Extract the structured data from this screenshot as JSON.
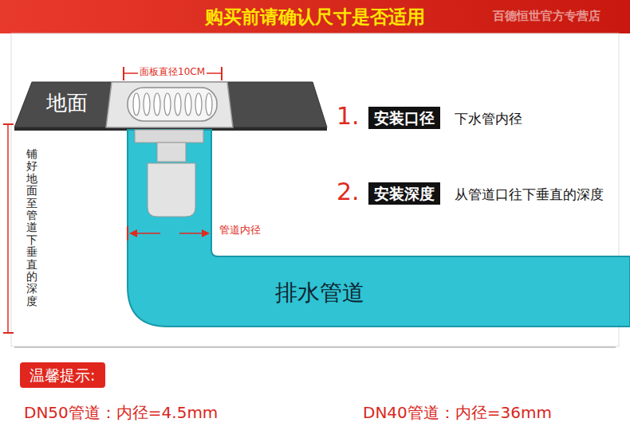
{
  "diagram": {
    "title": "购买前请确认尺寸是否适用",
    "nodes": [
      {
        "text": [
          "地面"
        ]
      },
      {
        "text": [
          "安装口径"
        ]
      },
      {
        "text": [
          "安装深度"
        ]
      },
      {
        "text": [
          "排水管道"
        ]
      },
      {
        "text": [
          "温馨提示:"
        ]
      }
    ],
    "labels": [
      "百德恒世官方专营店",
      "面板直径10CM",
      "1.",
      "下水管内径",
      "2.",
      "从管道口往下垂直的深度",
      "管道内径",
      "铺好地面至管道下垂直的深度",
      "DN50管道：内径=4.5mm",
      "DN40管道：内径=36mm"
    ]
  }
}
